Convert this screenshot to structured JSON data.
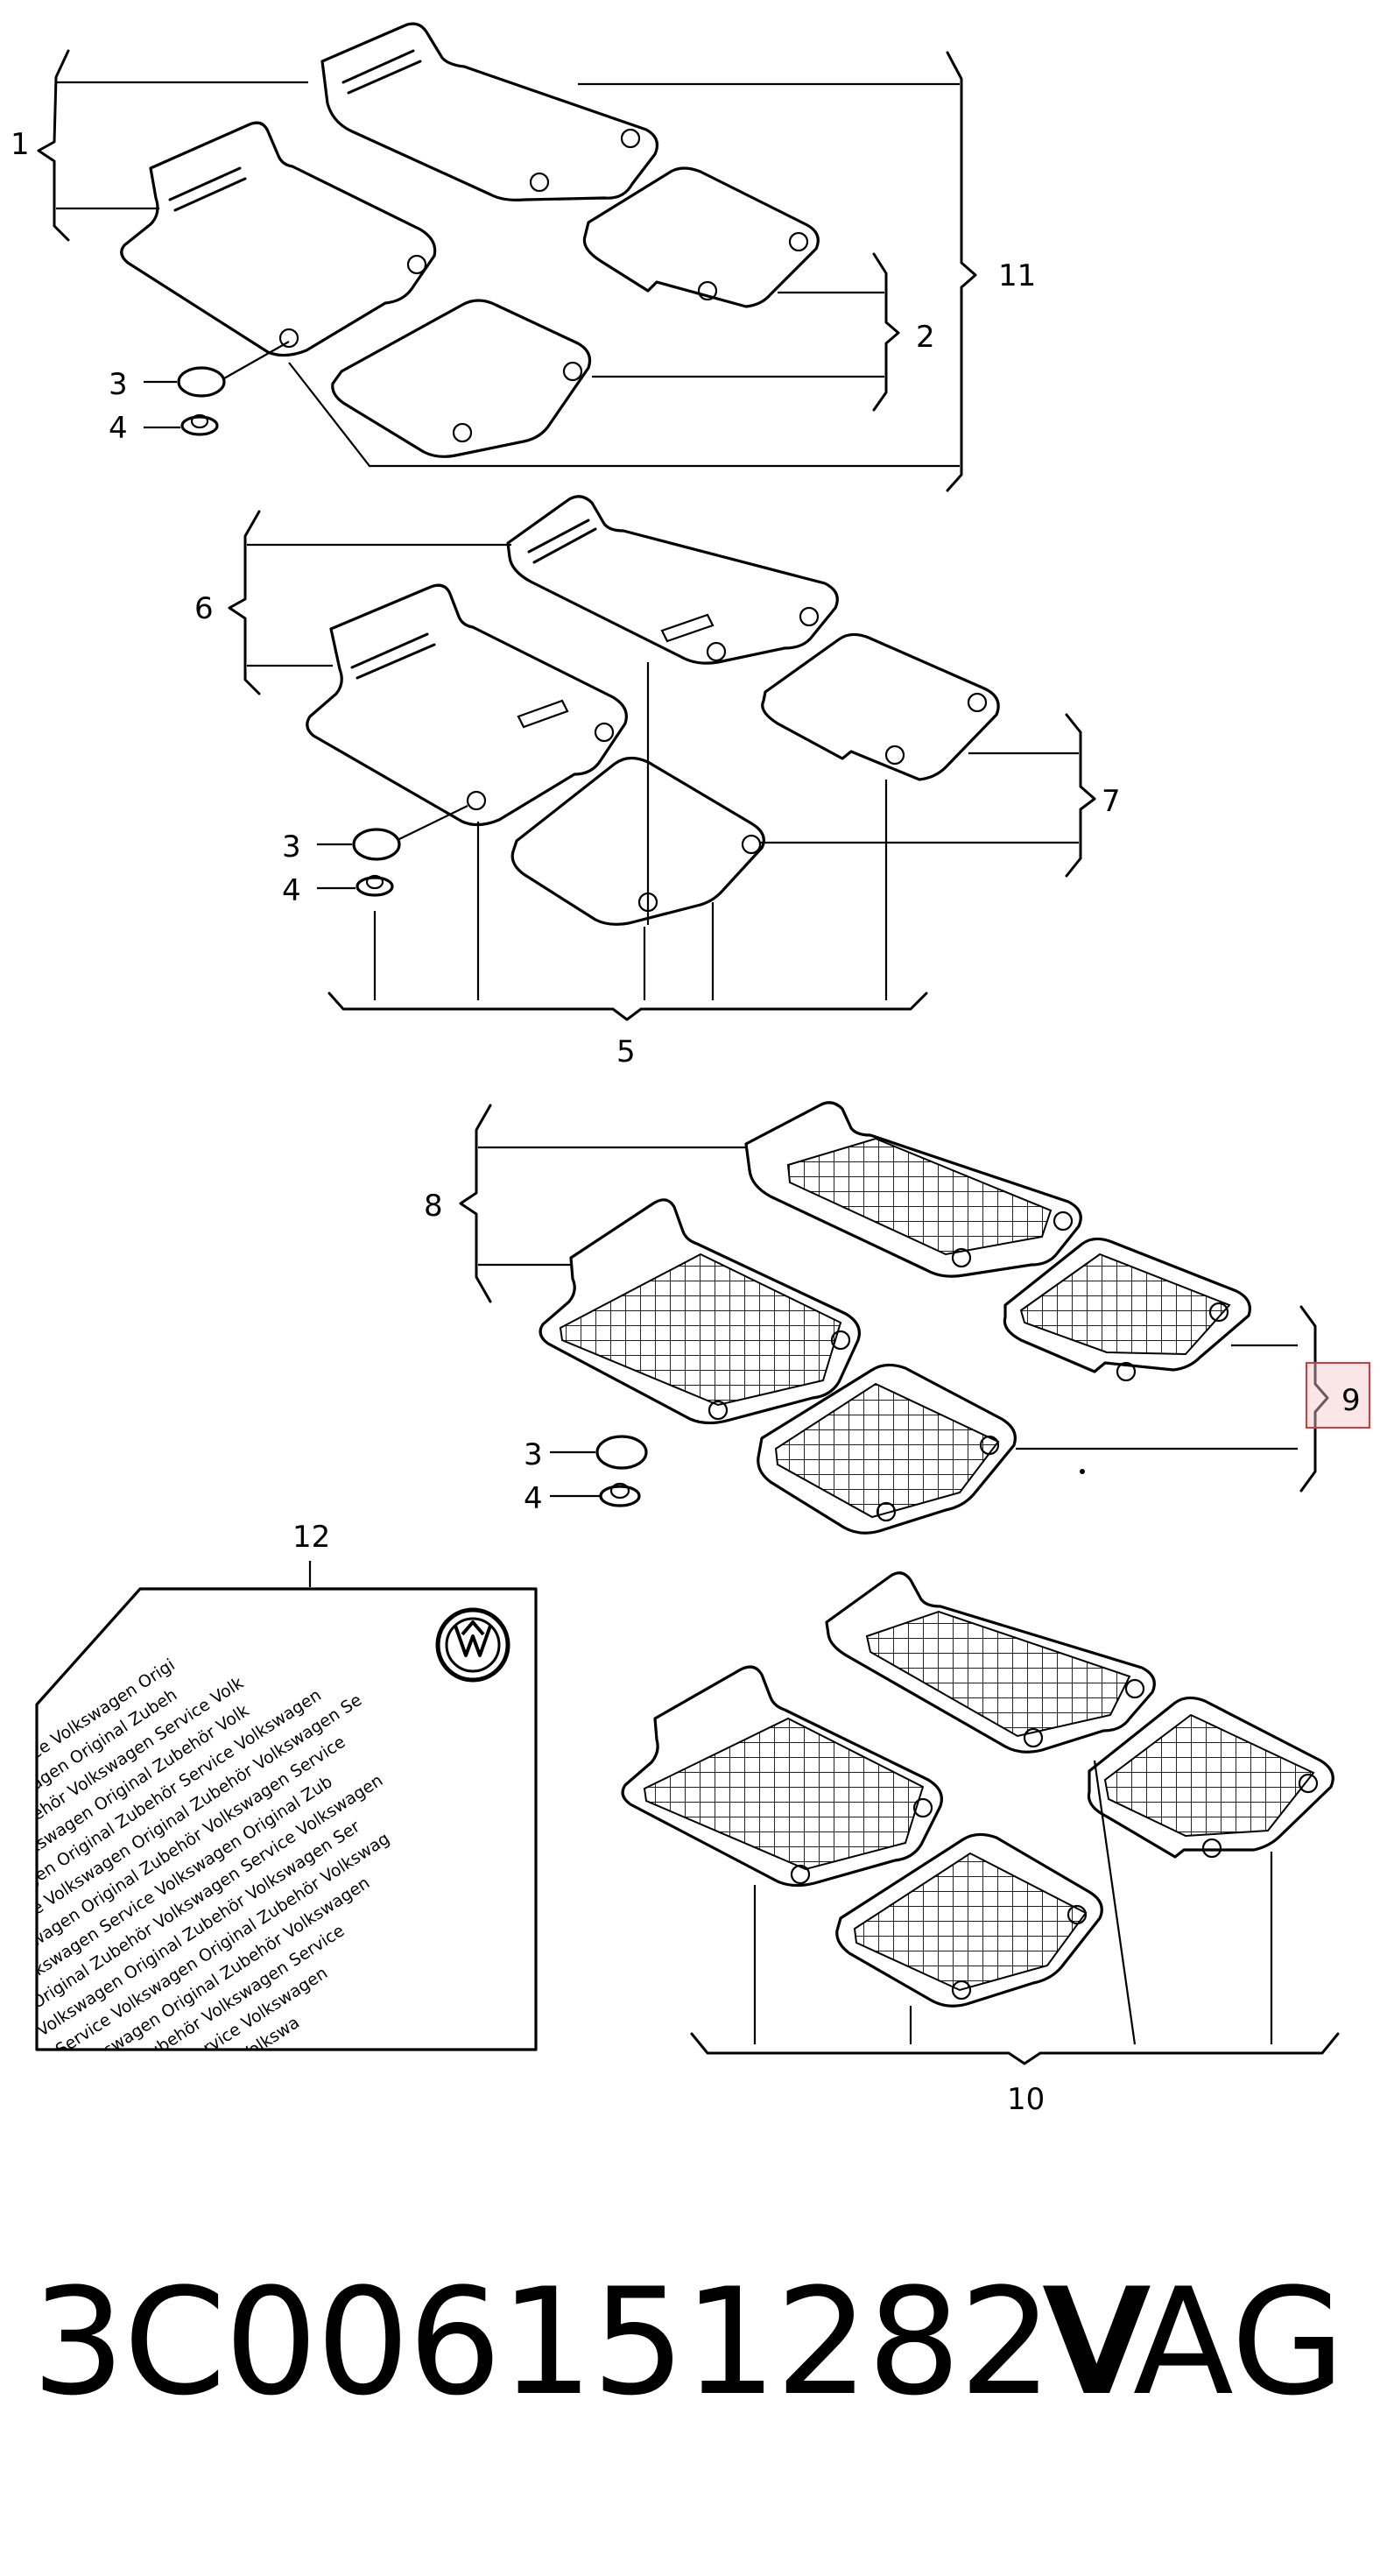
{
  "callouts": {
    "c1": "1",
    "c2": "2",
    "c3a": "3",
    "c4a": "4",
    "c11": "11",
    "c6": "6",
    "c7": "7",
    "c3b": "3",
    "c4b": "4",
    "c5": "5",
    "c8": "8",
    "c9": "9",
    "c3c": "3",
    "c4c": "4",
    "c12": "12",
    "c10": "10"
  },
  "sticker": {
    "lines": [
      "Volkswagen Service Volkswagen Origi",
      "Service Volkswagen Original Zubeh",
      "Original Zubehör Volkswagen Service Volk",
      "Service Volkswagen Original Zubehör Volk",
      "Volkswagen Original Zubehör Service Volkswagen",
      "Service Volkswagen Original Zubehör Volkswagen Se",
      "Volkswagen Original Zubehör Volkswagen Service",
      "Volkswagen Service Volkswagen Original Zub",
      "Original Zubehör Volkswagen Service Volkswagen",
      "Volkswagen Original Zubehör Volkswagen Ser",
      "Service Volkswagen Original Zubehör Volkswag",
      "Volkswagen Original Zubehör Volkswagen",
      "Original Zubehör Volkswagen Service",
      "Volkswagen Service Volkswagen",
      "Original Zubehör Volkswa"
    ]
  },
  "footer": {
    "part_number": "3C006151282V",
    "brand": "VAG"
  },
  "highlight_color": "#d43b3b"
}
